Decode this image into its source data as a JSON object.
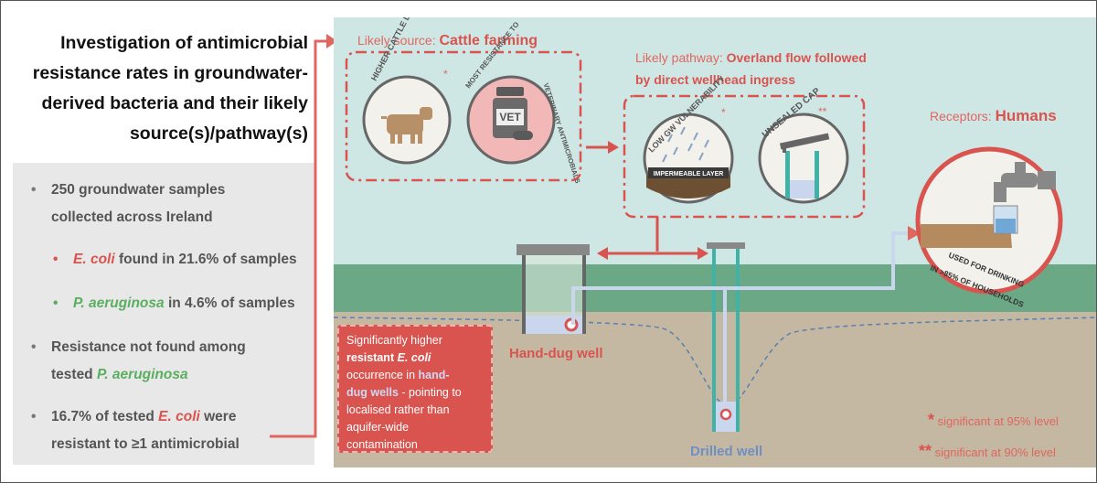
{
  "title_lines": [
    "Investigation of antimicrobial",
    "resistance rates in groundwater-",
    "derived bacteria and their likely",
    "source(s)/pathway(s)"
  ],
  "summary": {
    "b1_line1": "250 groundwater samples",
    "b1_line2": "collected across Ireland",
    "b2_species": "E. coli",
    "b2_rest": " found in 21.6% of samples",
    "b3_species": "P. aeruginosa",
    "b3_rest": " in 4.6% of samples",
    "b4_line1": "Resistance not found among",
    "b4_prefix": "tested ",
    "b4_species": "P. aeruginosa",
    "b5_line1": "16.7% of tested ",
    "b5_species": "E. coli",
    "b5_line1_end": " were",
    "b5_line2": "resistant to ≥1 antimicrobial"
  },
  "source": {
    "label_prefix": "Likely source: ",
    "label_value": "Cattle farming",
    "circle1_text": "HIGHER CATTLE DENSITY",
    "circle1_mark": "*",
    "circle2_top": "MOST RESISTANCE TO",
    "circle2_bottom": "VETERINARY ANTIMICROBIALS",
    "vet_label": "VET"
  },
  "pathway": {
    "label_prefix": "Likely pathway: ",
    "label_value_line1": "Overland flow followed",
    "label_value_line2": "by direct wellhead ingress",
    "circle3_text": "LOW GW VULNERABILITY",
    "circle3_mark": "*",
    "impermeable": "IMPERMEABLE LAYER",
    "circle4_text": "UNSEALED CAP",
    "circle4_mark": "**"
  },
  "receptors": {
    "label_prefix": "Receptors: ",
    "label_value": "Humans",
    "arc_line1": "USED FOR DRINKING",
    "arc_line2": "IN >85% OF HOUSEHOLDS"
  },
  "wells": {
    "hand_dug": "Hand-dug well",
    "drilled": "Drilled well"
  },
  "finding": {
    "l1": "Significantly higher",
    "l2_b": "resistant ",
    "l2_i": "E. coli",
    "l3_pre": "occurrence in ",
    "l3_hl": "hand-",
    "l4_hl": "dug wells",
    "l4_rest": " - pointing to",
    "l5": "localised rather than",
    "l6": "aquifer-wide",
    "l7": "contamination"
  },
  "legend": {
    "s1_mark": "*",
    "s1_text": " significant at 95% level",
    "s2_mark": "**",
    "s2_text": " significant at 90% level"
  },
  "colors": {
    "sky": "#cfe7e4",
    "grass": "#6aa886",
    "ground": "#c4b8a2",
    "accent_red": "#d9534f",
    "green_text": "#5aae5f",
    "summary_bg": "#e8e8e8"
  }
}
